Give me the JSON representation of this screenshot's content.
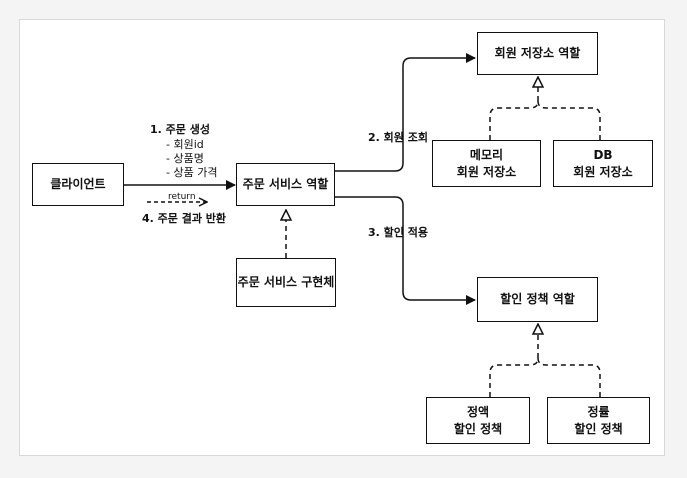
{
  "boxes": {
    "client": "클라이언트",
    "order_service_role": "주문 서비스 역할",
    "order_service_impl": "주문 서비스 구현체",
    "member_repo_role": "회원 저장소 역할",
    "memory_repo": "메모리\n회원 저장소",
    "db_repo": "DB\n회원 저장소",
    "discount_role": "할인 정책 역할",
    "fixed_discount": "정액\n할인 정책",
    "rate_discount": "정률\n할인 정책"
  },
  "labels": {
    "step1": "1. 주문 생성",
    "step1_items": [
      "- 회원id",
      "- 상품명",
      "- 상품 가격"
    ],
    "return_text": "return",
    "step4": "4. 주문 결과 반환",
    "step2": "2. 회원 조회",
    "step3": "3. 할인 적용"
  }
}
